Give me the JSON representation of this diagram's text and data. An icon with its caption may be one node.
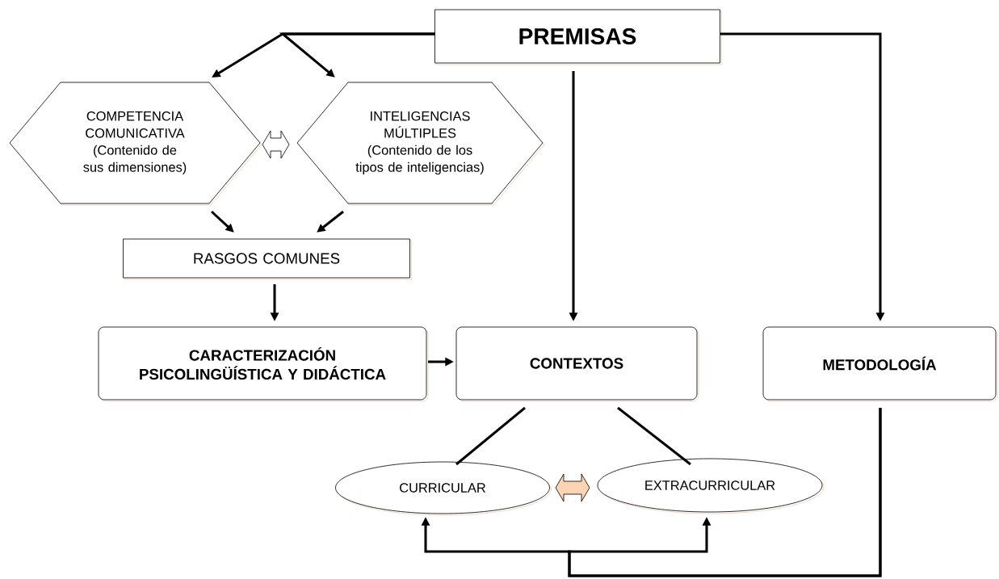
{
  "diagram": {
    "nodes": [
      {
        "text": [
          "PREMISAS"
        ]
      },
      {
        "text": [
          "COMPETENCIA COMUNICATIVA (Contenido de sus dimensiones)"
        ]
      },
      {
        "text": [
          "INTELIGENCIAS MÚLTIPLES (Contenido de los tipos de inteligencias)"
        ]
      },
      {
        "text": [
          "RASGOS COMUNES"
        ]
      },
      {
        "text": [
          "CARACTERIZACIÓN PSICOLINGÜÍSTICA Y DIDÁCTICA"
        ]
      },
      {
        "text": [
          "CONTEXTOS"
        ]
      },
      {
        "text": [
          "METODOLOGÍA"
        ]
      },
      {
        "text": [
          "CURRICULAR"
        ]
      },
      {
        "text": [
          "EXTRACURRICULAR"
        ]
      }
    ],
    "edges": [
      {
        "from": 0,
        "to": 1,
        "arrow": "to"
      },
      {
        "from": 0,
        "to": 2,
        "arrow": "to"
      },
      {
        "from": 1,
        "to": 2,
        "arrow": "both"
      },
      {
        "from": 1,
        "to": 3,
        "arrow": "to"
      },
      {
        "from": 2,
        "to": 3,
        "arrow": "to"
      },
      {
        "from": 3,
        "to": 4,
        "arrow": "to"
      },
      {
        "from": 0,
        "to": 5,
        "arrow": "to"
      },
      {
        "from": 0,
        "to": 6,
        "arrow": "to"
      },
      {
        "from": 4,
        "to": 5,
        "arrow": "to"
      },
      {
        "from": 5,
        "to": 7,
        "arrow": "none"
      },
      {
        "from": 5,
        "to": 8,
        "arrow": "none"
      },
      {
        "from": 7,
        "to": 8,
        "arrow": "both",
        "color": "#fbd4b4"
      },
      {
        "from": 6,
        "to": 7,
        "arrow": "to"
      },
      {
        "from": 6,
        "to": 8,
        "arrow": "to"
      }
    ]
  }
}
